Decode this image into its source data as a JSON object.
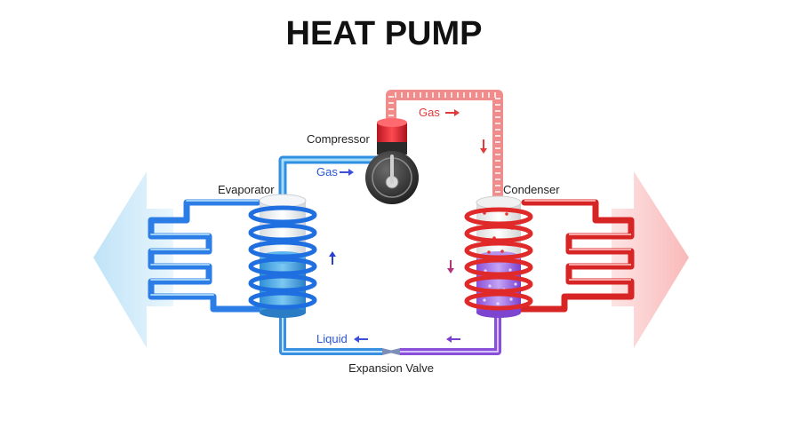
{
  "title": "HEAT PUMP",
  "labels": {
    "compressor": "Compressor",
    "evaporator": "Evaporator",
    "condenser": "Condenser",
    "expansion_valve": "Expansion Valve",
    "gas_top": "Gas",
    "gas_left": "Gas",
    "liquid": "Liquid"
  },
  "colors": {
    "cold_pipe": "#3a8fe0",
    "cold_coil": "#1f6fe0",
    "hot_pipe": "#e84a4a",
    "hot_coil": "#e02a2a",
    "hot_pipe_light": "#f3a0a0",
    "liquid_pipe": "#8a5ce0",
    "compressor_cap": "#e0202a",
    "compressor_body": "#3a3a3a"
  },
  "icons": [
    "arrow-right-icon",
    "arrow-down-icon",
    "arrow-up-icon",
    "arrow-left-icon"
  ]
}
